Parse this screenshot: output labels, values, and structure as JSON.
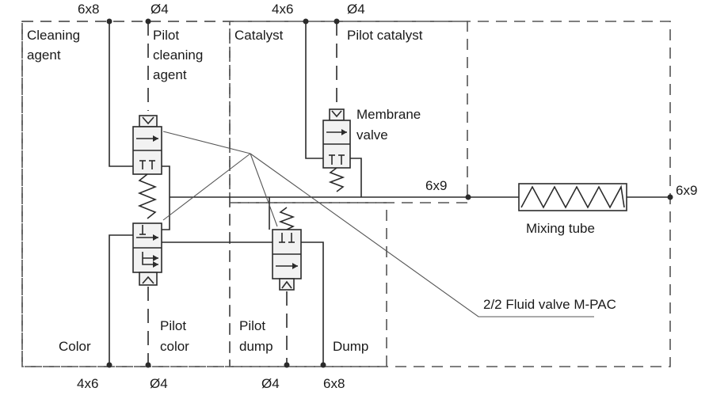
{
  "labels": {
    "size_6x8_top": "6x8",
    "d4_top_left": "Ø4",
    "size_4x6_top": "4x6",
    "d4_top_right": "Ø4",
    "cleaning_agent_1": "Cleaning",
    "cleaning_agent_2": "agent",
    "pilot_cleaning_1": "Pilot",
    "pilot_cleaning_2": "cleaning",
    "pilot_cleaning_3": "agent",
    "catalyst": "Catalyst",
    "pilot_catalyst": "Pilot catalyst",
    "membrane_valve_1": "Membrane",
    "membrane_valve_2": "valve",
    "size_6x9_mid": "6x9",
    "size_6x9_right": "6x9",
    "mixing_tube": "Mixing tube",
    "fluid_valve": "2/2 Fluid valve M-PAC",
    "color": "Color",
    "pilot_color_1": "Pilot",
    "pilot_color_2": "color",
    "pilot_dump_1": "Pilot",
    "pilot_dump_2": "dump",
    "dump": "Dump",
    "size_4x6_bottom": "4x6",
    "d4_bottom_left": "Ø4",
    "d4_bottom_mid": "Ø4",
    "size_6x8_bottom": "6x8"
  },
  "colors": {
    "outer_zone": "#f4f4f6",
    "cleaning_zone": "#e6e6ec",
    "catalyst_zone": "#a8a8ad",
    "dump_zone": "#c9c9cf",
    "line": "#2b2b2b"
  }
}
